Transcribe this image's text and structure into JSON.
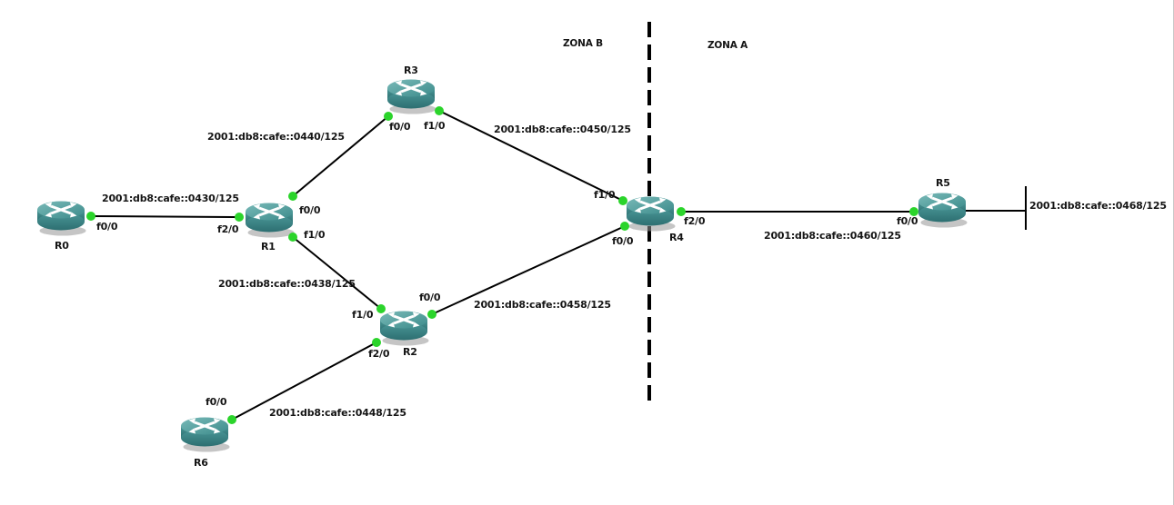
{
  "zones": [
    {
      "label": "ZONA B"
    },
    {
      "label": "ZONA A"
    }
  ],
  "routers": [
    {
      "name": "R0"
    },
    {
      "name": "R1"
    },
    {
      "name": "R2"
    },
    {
      "name": "R3"
    },
    {
      "name": "R4"
    },
    {
      "name": "R5"
    },
    {
      "name": "R6"
    }
  ],
  "interfaces": [
    {
      "router": "R0",
      "label": "f0/0"
    },
    {
      "router": "R1",
      "label": "f2/0"
    },
    {
      "router": "R1",
      "label": "f0/0"
    },
    {
      "router": "R1",
      "label": "f1/0"
    },
    {
      "router": "R3",
      "label": "f0/0"
    },
    {
      "router": "R3",
      "label": "f1/0"
    },
    {
      "router": "R2",
      "label": "f1/0"
    },
    {
      "router": "R2",
      "label": "f0/0"
    },
    {
      "router": "R2",
      "label": "f2/0"
    },
    {
      "router": "R4",
      "label": "f1/0"
    },
    {
      "router": "R4",
      "label": "f0/0"
    },
    {
      "router": "R4",
      "label": "f2/0"
    },
    {
      "router": "R5",
      "label": "f0/0"
    },
    {
      "router": "R6",
      "label": "f0/0"
    }
  ],
  "networks": [
    {
      "label": "2001:db8:cafe::0430/125",
      "between": [
        "R0",
        "R1"
      ]
    },
    {
      "label": "2001:db8:cafe::0440/125",
      "between": [
        "R1",
        "R3"
      ]
    },
    {
      "label": "2001:db8:cafe::0450/125",
      "between": [
        "R3",
        "R4"
      ]
    },
    {
      "label": "2001:db8:cafe::0438/125",
      "between": [
        "R1",
        "R2"
      ]
    },
    {
      "label": "2001:db8:cafe::0458/125",
      "between": [
        "R2",
        "R4"
      ]
    },
    {
      "label": "2001:db8:cafe::0448/125",
      "between": [
        "R2",
        "R6"
      ]
    },
    {
      "label": "2001:db8:cafe::0460/125",
      "between": [
        "R4",
        "R5"
      ]
    },
    {
      "label": "2001:db8:cafe::0468/125",
      "between": [
        "R5",
        "LAN-stub"
      ]
    }
  ],
  "colors": {
    "router_teal": "#3f8e8e",
    "link_line": "#000000",
    "port_up_dot": "#2bd42b",
    "label_text": "#151515"
  }
}
